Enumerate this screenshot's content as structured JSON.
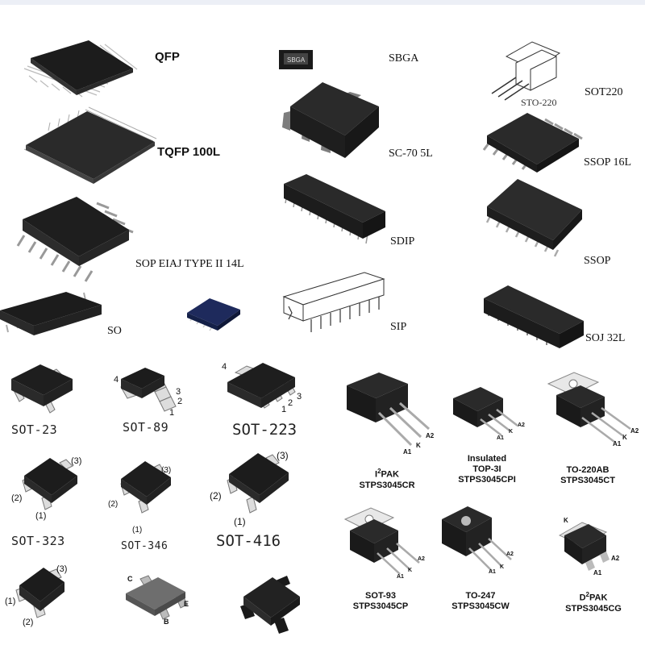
{
  "packages": {
    "qfp": "QFP",
    "tqfp": "TQFP 100L",
    "sop": "SOP EIAJ TYPE II 14L",
    "so": "SO",
    "sbga": "SBGA",
    "sbga_chip_text": "SBGA",
    "sc70": "SC-70 5L",
    "sdip": "SDIP",
    "sip": "SIP",
    "sot220": "SOT220",
    "sto220": "STO-220",
    "ssop16": "SSOP 16L",
    "ssop": "SSOP",
    "soj32": "SOJ 32L",
    "sot23": "SOT-23",
    "sot89": "SOT-89",
    "sot223": "SOT-223",
    "sot323": "SOT-323",
    "sot346": "SOT-346",
    "sot416": "SOT-416"
  },
  "pin_numbers": {
    "one": "1",
    "two": "2",
    "three": "3",
    "four": "4",
    "p1": "(1)",
    "p2": "(2)",
    "p3": "(3)"
  },
  "pin_letters": {
    "c": "C",
    "b": "B",
    "e": "E",
    "a1": "A1",
    "a2": "A2",
    "k": "K"
  },
  "power": {
    "i2pak_prefix": "I",
    "i2pak_sup": "2",
    "i2pak_suffix": "PAK",
    "i2pak_part": "STPS3045CR",
    "top3i_line1": "Insulated",
    "top3i_line2": "TOP-3I",
    "top3i_part": "STPS3045CPI",
    "to220ab": "TO-220AB",
    "to220ab_part": "STPS3045CT",
    "sot93": "SOT-93",
    "sot93_part": "STPS3045CP",
    "to247": "TO-247",
    "to247_part": "STPS3045CW",
    "d2pak_prefix": "D",
    "d2pak_sup": "2",
    "d2pak_suffix": "PAK",
    "d2pak_part": "STPS3045CG"
  },
  "colors": {
    "body": "#1c1c1c",
    "body_top": "#2e2e2e",
    "lead": "#c8c8c8",
    "navy": "#1e2a5c"
  }
}
